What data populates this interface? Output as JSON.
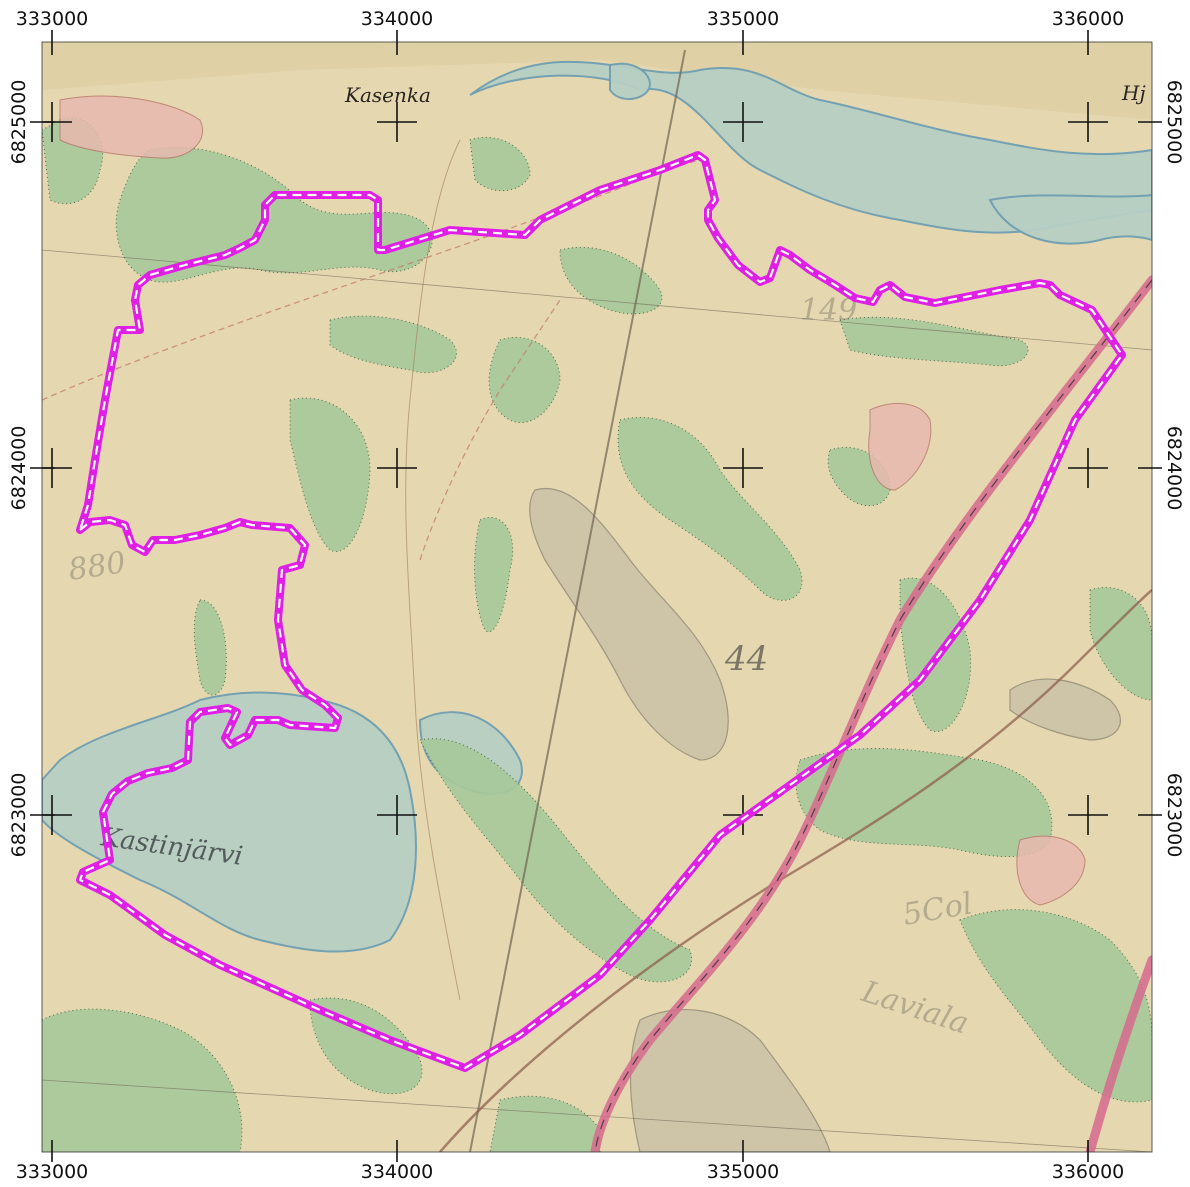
{
  "map": {
    "colors": {
      "paper": "#e5d8b0",
      "paper_dark": "#d8c79a",
      "meadow": "#a7c99a",
      "meadow_dark": "#8dbb8a",
      "water": "#b7cfc4",
      "water_edge": "#6f9fb3",
      "field": "#e7b9ae",
      "railway": "#d66a8e",
      "boundary": "#e01fe6",
      "boundary_dash": "#ffffff"
    },
    "map_labels": [
      {
        "id": "village",
        "text": "Kasenka"
      },
      {
        "id": "corner",
        "text": "Hj"
      },
      {
        "id": "lake",
        "text": "Kastinjärvi"
      },
      {
        "id": "num1",
        "text": "44"
      },
      {
        "id": "num2",
        "text": "880"
      },
      {
        "id": "place2",
        "text": "Laviala"
      },
      {
        "id": "num3",
        "text": "149"
      },
      {
        "id": "num4",
        "text": "5Col"
      }
    ]
  },
  "axes": {
    "x_ticks": [
      "333000",
      "334000",
      "335000",
      "336000"
    ],
    "y_ticks": [
      "6825000",
      "6824000",
      "6823000"
    ]
  }
}
